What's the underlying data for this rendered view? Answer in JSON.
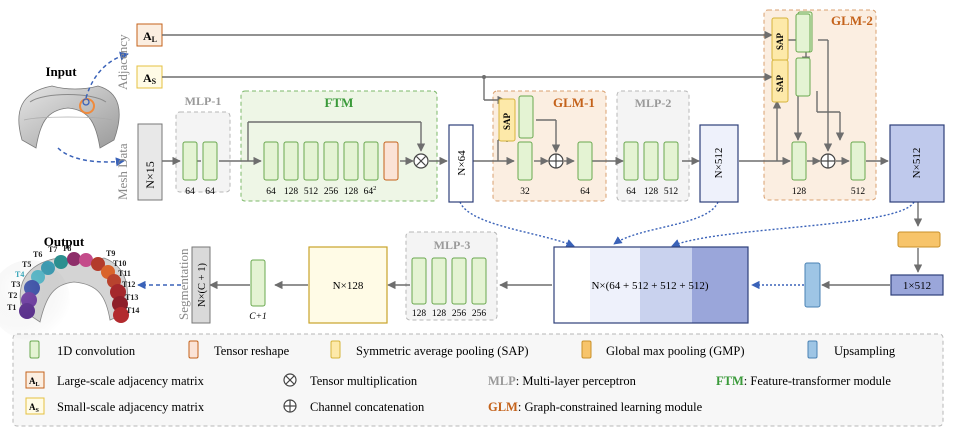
{
  "input": {
    "title": "Input"
  },
  "output": {
    "title": "Output",
    "teeth_left": [
      "T6",
      "T5",
      "T4",
      "T3",
      "T2",
      "T1"
    ],
    "teeth_top": [
      "T7",
      "T8"
    ],
    "teeth_right": [
      "T9",
      "T10",
      "T11",
      "T12",
      "T13",
      "T14"
    ]
  },
  "labels": {
    "adjacency": "Adjacency",
    "mesh_data": "Mesh Data",
    "segmentation": "Segmentation"
  },
  "inputs": {
    "al": "A",
    "al_sub": "L",
    "as": "A",
    "as_sub": "S",
    "mesh": "N×15"
  },
  "mlp1": {
    "title": "MLP-1",
    "dims": [
      "64",
      "64"
    ]
  },
  "ftm": {
    "title": "FTM",
    "dims": [
      "64",
      "128",
      "512",
      "256",
      "128",
      "64"
    ],
    "last_sup": "2"
  },
  "n64": "N×64",
  "glm1": {
    "title": "GLM-1",
    "sap": "SAP",
    "dims": [
      "32",
      "64"
    ]
  },
  "mlp2": {
    "title": "MLP-2",
    "dims": [
      "64",
      "128",
      "512"
    ]
  },
  "n512a": "N×512",
  "glm2": {
    "title": "GLM-2",
    "sap": "SAP",
    "dims": [
      "128",
      "512"
    ]
  },
  "n512b": "N×512",
  "concat": "N×(64 + 512 + 512 + 512)",
  "one512": "1×512",
  "mlp3": {
    "title": "MLP-3",
    "dims": [
      "128",
      "128",
      "256",
      "256"
    ]
  },
  "n128": "N×128",
  "ncl": "N×(C + 1)",
  "c1": "C+1",
  "legend": {
    "conv": "1D convolution",
    "reshape": "Tensor reshape",
    "sap": "Symmetric average pooling (SAP)",
    "gmp": "Global max pooling (GMP)",
    "upsampling": "Upsampling",
    "al": "Large-scale adjacency matrix",
    "as": "Small-scale adjacency matrix",
    "mult": "Tensor multiplication",
    "concat": "Channel concatenation",
    "mlp_key": "MLP",
    "mlp_desc": ": Multi-layer perceptron",
    "ftm_key": "FTM",
    "ftm_desc": ": Feature-transformer module",
    "glm_key": "GLM",
    "glm_desc": ": Graph-constrained learning module"
  },
  "colors": {
    "conv_fill": "#e4f3d3",
    "conv_stroke": "#6aa84f",
    "ftm_green": "#3a9a3a",
    "glm_orange": "#c4621a",
    "sap_fill": "#fde9a9",
    "gmp_fill": "#f7c46a",
    "up_fill": "#9ec5e5",
    "navy": "#2e3f7a"
  }
}
